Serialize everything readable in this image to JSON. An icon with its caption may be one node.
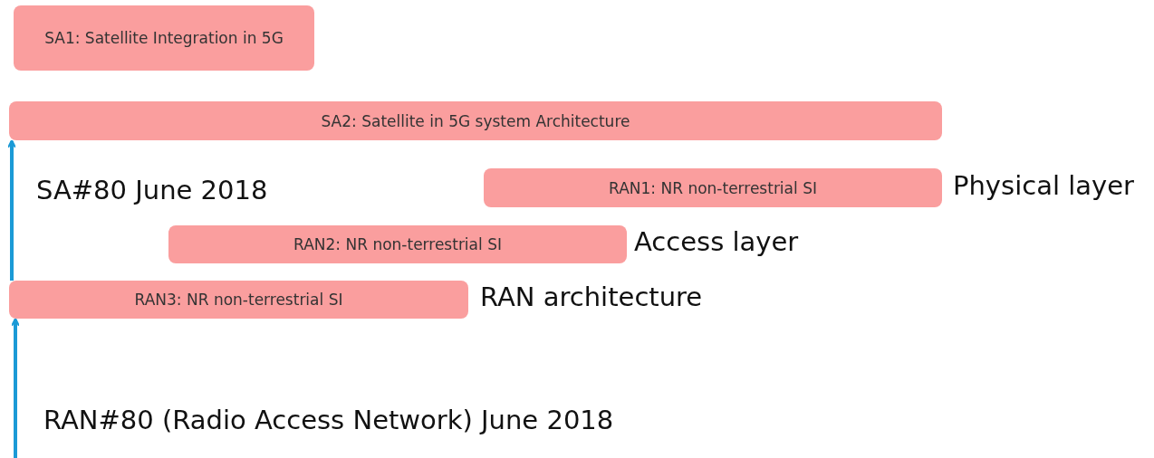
{
  "diagram": {
    "nodes": [
      {
        "text": [
          "SA1: Satellite Integration in 5G"
        ]
      },
      {
        "text": [
          "SA2: Satellite in 5G system Architecture"
        ]
      },
      {
        "text": [
          "RAN1: NR non-terrestrial SI"
        ],
        "beside": [
          "Physical layer"
        ]
      },
      {
        "text": [
          "RAN2: NR non-terrestrial SI"
        ],
        "beside": [
          "Access layer"
        ]
      },
      {
        "text": [
          "RAN3: NR non-terrestrial SI"
        ],
        "beside": [
          "RAN architecture"
        ]
      }
    ],
    "edges": [
      {
        "from": null,
        "to": 4,
        "arrow": "to"
      },
      {
        "from": 4,
        "to": 1,
        "arrow": "to"
      }
    ],
    "labels": [
      "SA#80 June 2018",
      "RAN#80 (Radio Access Network) June 2018"
    ]
  }
}
